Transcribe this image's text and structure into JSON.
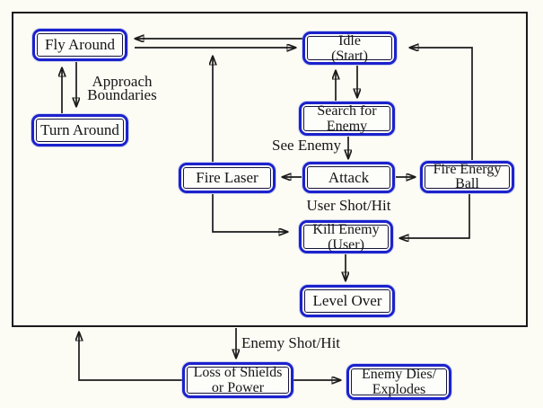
{
  "colors": {
    "background": "#fcfbf4",
    "outer_border": "#1a1a1a",
    "arrow": "#1a1a1a",
    "node_border": "#1c22cc",
    "node_inner_line": "#14143a"
  },
  "diagram": {
    "nodes": {
      "fly_around": {
        "lines": [
          "Fly Around"
        ]
      },
      "idle": {
        "lines": [
          "Idle",
          "(Start)"
        ]
      },
      "turn_around": {
        "lines": [
          "Turn Around"
        ]
      },
      "search_enemy": {
        "lines": [
          "Search for",
          "Enemy"
        ]
      },
      "fire_laser": {
        "lines": [
          "Fire Laser"
        ]
      },
      "attack": {
        "lines": [
          "Attack"
        ]
      },
      "fire_energy_ball": {
        "lines": [
          "Fire Energy",
          "Ball"
        ]
      },
      "kill_enemy": {
        "lines": [
          "Kill Enemy",
          "(User)"
        ]
      },
      "level_over": {
        "lines": [
          "Level Over"
        ]
      },
      "loss_shields": {
        "lines": [
          "Loss of Shields",
          "or Power"
        ]
      },
      "enemy_dies": {
        "lines": [
          "Enemy Dies/",
          "Explodes"
        ]
      }
    },
    "edge_labels": {
      "approach_boundaries": {
        "lines": [
          "Approach",
          "Boundaries"
        ]
      },
      "see_enemy": "See Enemy",
      "user_shot_hit": "User Shot/Hit",
      "enemy_shot_hit": "Enemy Shot/Hit"
    }
  }
}
